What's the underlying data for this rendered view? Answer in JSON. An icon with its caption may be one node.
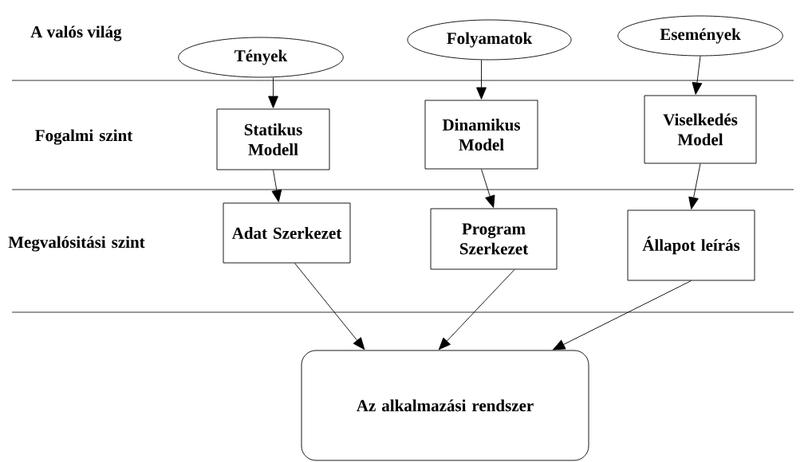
{
  "diagram": {
    "nodes": [
      {
        "text": [
          "Tények"
        ]
      },
      {
        "text": [
          "Folyamatok"
        ]
      },
      {
        "text": [
          "Események"
        ]
      },
      {
        "text": [
          "Statikus Modell"
        ]
      },
      {
        "text": [
          "Dinamikus Model"
        ]
      },
      {
        "text": [
          "Viselkedés Model"
        ]
      },
      {
        "text": [
          "Adat Szerkezet"
        ]
      },
      {
        "text": [
          "Program Szerkezet"
        ]
      },
      {
        "text": [
          "Állapot leírás"
        ]
      },
      {
        "text": [
          "Az alkalmazási rendszer"
        ]
      }
    ],
    "edges": [
      {
        "from": 0,
        "to": 3,
        "arrow": "to"
      },
      {
        "from": 1,
        "to": 4,
        "arrow": "to"
      },
      {
        "from": 2,
        "to": 5,
        "arrow": "to"
      },
      {
        "from": 3,
        "to": 6,
        "arrow": "to"
      },
      {
        "from": 4,
        "to": 7,
        "arrow": "to"
      },
      {
        "from": 5,
        "to": 8,
        "arrow": "to"
      },
      {
        "from": 6,
        "to": 9,
        "arrow": "to"
      },
      {
        "from": 7,
        "to": 9,
        "arrow": "to"
      },
      {
        "from": 8,
        "to": 9,
        "arrow": "to"
      }
    ],
    "labels": [
      "A valós világ",
      "Fogalmi szint",
      "Megvalósitási szint"
    ]
  }
}
